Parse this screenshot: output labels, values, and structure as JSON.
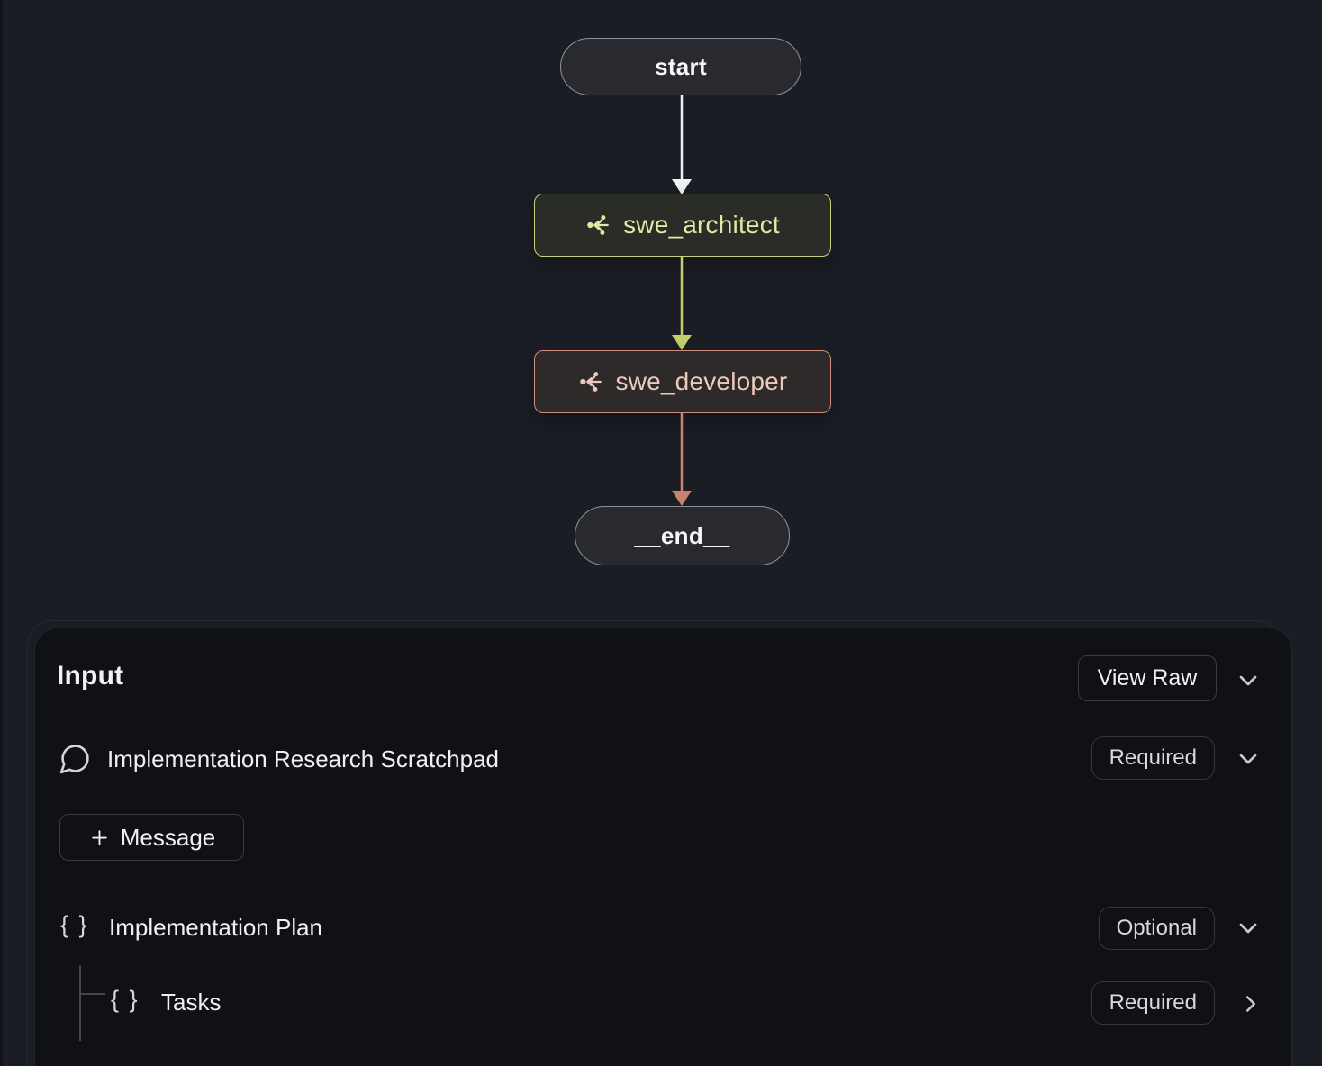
{
  "diagram": {
    "nodes": {
      "start": {
        "label": "__start__"
      },
      "architect": {
        "label": "swe_architect"
      },
      "developer": {
        "label": "swe_developer"
      },
      "end": {
        "label": "__end__"
      }
    },
    "colors": {
      "edge_start_to_architect": "#eef0f2",
      "edge_architect_to_developer": "#c6cd6d",
      "edge_developer_to_end": "#ca8270",
      "architect_accent": "#c9d07a",
      "developer_accent": "#d08f7e",
      "terminal_node_border": "#8f9297"
    }
  },
  "panel": {
    "title": "Input",
    "view_raw": "View Raw",
    "message_button": "Message",
    "icons": {
      "braces": "{ }"
    },
    "fields": [
      {
        "label": "Implementation Research Scratchpad",
        "badge": "Required",
        "icon": "message-bubble"
      },
      {
        "label": "Implementation Plan",
        "badge": "Optional",
        "icon": "braces"
      },
      {
        "label": "Tasks",
        "badge": "Required",
        "icon": "braces"
      }
    ]
  }
}
